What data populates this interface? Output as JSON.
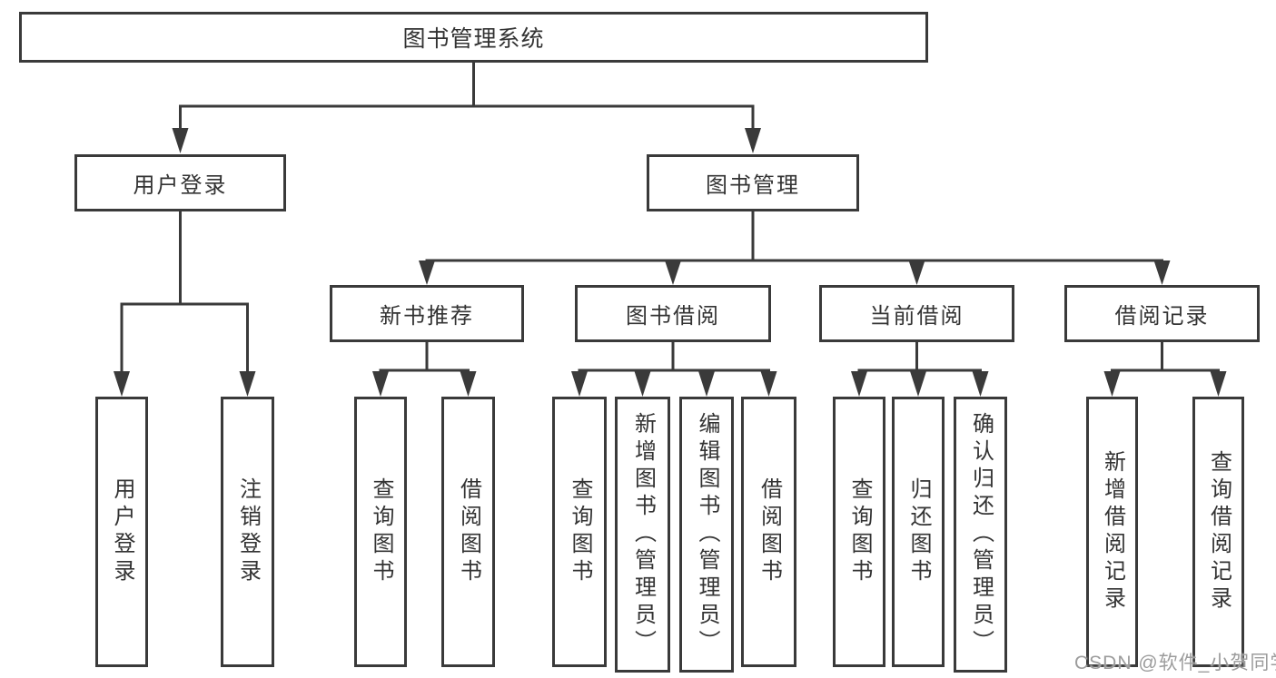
{
  "tree": {
    "root": {
      "label": "图书管理系统"
    },
    "branches": [
      {
        "label": "用户登录",
        "children": [
          {
            "label": "用户登录"
          },
          {
            "label": "注销登录"
          }
        ]
      },
      {
        "label": "图书管理",
        "children": [
          {
            "label": "新书推荐",
            "children": [
              {
                "label": "查询图书"
              },
              {
                "label": "借阅图书"
              }
            ]
          },
          {
            "label": "图书借阅",
            "children": [
              {
                "label": "查询图书"
              },
              {
                "label": "新增图书（管理员）"
              },
              {
                "label": "编辑图书（管理员）"
              },
              {
                "label": "借阅图书"
              }
            ]
          },
          {
            "label": "当前借阅",
            "children": [
              {
                "label": "查询图书"
              },
              {
                "label": "归还图书"
              },
              {
                "label": "确认归还（管理员）"
              }
            ]
          },
          {
            "label": "借阅记录",
            "children": [
              {
                "label": "新增借阅记录"
              },
              {
                "label": "查询借阅记录"
              }
            ]
          }
        ]
      }
    ]
  },
  "watermark": {
    "text": "CSDN @软件_小贺同学"
  },
  "colors": {
    "line": "#3a3a3a",
    "text": "#333333",
    "background": "#ffffff",
    "watermark": "#9c9c9c"
  }
}
